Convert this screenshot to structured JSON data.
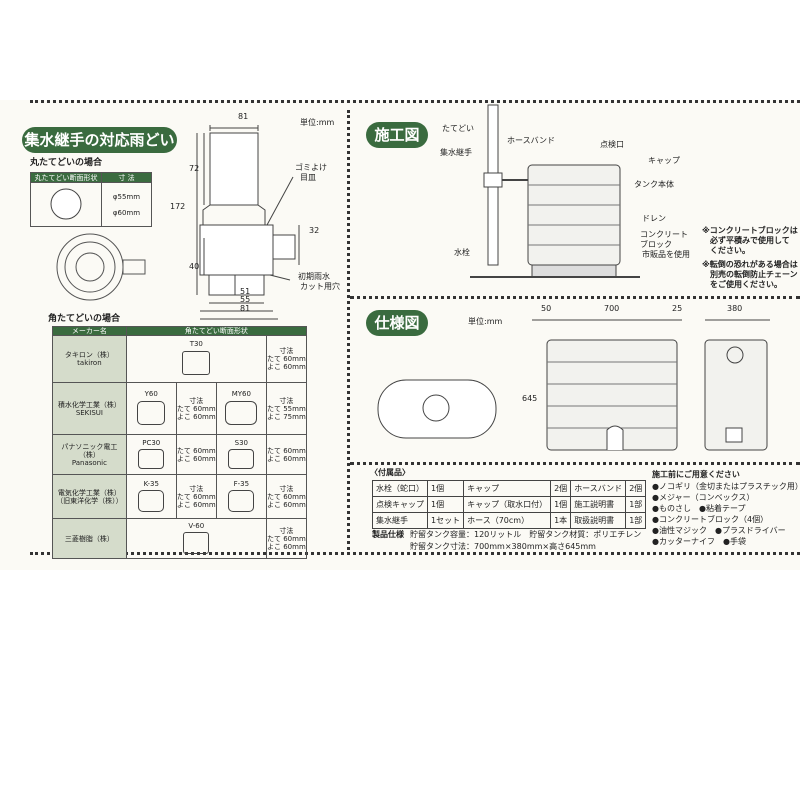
{
  "sections": {
    "left_title": "集水継手の対応雨どい",
    "install_title": "施工図",
    "spec_title": "仕様図"
  },
  "units": {
    "left": "単位:mm",
    "spec": "単位:mm"
  },
  "fitting_diagram": {
    "dims": [
      "81",
      "72",
      "172",
      "32",
      "40",
      "51",
      "55",
      "81"
    ],
    "notes": [
      "ゴミよけ",
      "目皿",
      "初期雨水",
      "カット用穴"
    ]
  },
  "round_gutter": {
    "title": "丸たてどいの場合",
    "col_shape": "丸たてどい断面形状",
    "col_size": "寸 法",
    "sizes": [
      "φ55mm",
      "φ60mm"
    ]
  },
  "square_gutter": {
    "title": "角たてどいの場合",
    "col_maker": "メーカー名",
    "col_shape": "角たてどい断面形状",
    "size_label": "寸法",
    "rows": [
      {
        "maker": [
          "タキロン（株）",
          "takiron"
        ],
        "cells": [
          {
            "model": "T30",
            "dims": [
              "たて 60mm",
              "よこ 60mm"
            ]
          }
        ]
      },
      {
        "maker": [
          "積水化学工業（株）",
          "SEKISUI"
        ],
        "cells": [
          {
            "model": "Y60",
            "dims": [
              "たて 60mm",
              "よこ 60mm"
            ]
          },
          {
            "model": "MY60",
            "dims": [
              "たて 55mm",
              "よこ 75mm"
            ]
          }
        ]
      },
      {
        "maker": [
          "パナソニック電工（株）",
          "Panasonic"
        ],
        "cells": [
          {
            "model": "PC30",
            "dims": [
              "たて 60mm",
              "よこ 60mm"
            ]
          },
          {
            "model": "S30",
            "dims": [
              "たて 60mm",
              "よこ 60mm"
            ]
          }
        ]
      },
      {
        "maker": [
          "電気化学工業（株）",
          "（旧東洋化学（株））"
        ],
        "cells": [
          {
            "model": "K-35",
            "dims": [
              "たて 60mm",
              "よこ 60mm"
            ]
          },
          {
            "model": "F-35",
            "dims": [
              "たて 60mm",
              "よこ 60mm"
            ]
          }
        ]
      },
      {
        "maker": [
          "三菱樹脂（株）"
        ],
        "cells": [
          {
            "model": "V-60",
            "dims": [
              "たて 60mm",
              "よこ 60mm"
            ]
          }
        ]
      }
    ]
  },
  "install": {
    "labels": [
      "たてどい",
      "ホースバンド",
      "集水継手",
      "点検口",
      "キャップ",
      "タンク本体",
      "ドレン",
      "コンクリート",
      "ブロック",
      "水栓",
      "市販品を使用"
    ],
    "notes": [
      "※コンクリートブロックは",
      "必ず平積みで使用して",
      "ください。",
      "※転倒の恐れがある場合は",
      "別売の転倒防止チェーン",
      "をご使用ください。"
    ]
  },
  "spec": {
    "dims": [
      "50",
      "700",
      "25",
      "380",
      "645"
    ]
  },
  "accessories": {
    "title": "〈付属品〉",
    "rows": [
      [
        "水栓（蛇口）",
        "1個",
        "キャップ",
        "2個",
        "ホースバンド",
        "2個"
      ],
      [
        "点検キャップ",
        "1個",
        "キャップ（取水口付）",
        "1個",
        "施工説明書",
        "1部"
      ],
      [
        "集水継手",
        "1セット",
        "ホース（70cm）",
        "1本",
        "取扱説明書",
        "1部"
      ]
    ]
  },
  "product_spec": {
    "label": "製品仕様",
    "line1": "貯留タンク容量：120リットル　貯留タンク材質：ポリエチレン",
    "line2": "貯留タンク寸法：700mm×380mm×高さ645mm"
  },
  "tools": {
    "title": "施工前にご用意ください",
    "items": [
      "●ノコギリ（金切またはプラスチック用）",
      "●メジャー（コンベックス）",
      "●ものさし　●粘着テープ",
      "●コンクリートブロック（4個）",
      "●油性マジック　●プラスドライバー",
      "●カッターナイフ　●手袋"
    ]
  }
}
